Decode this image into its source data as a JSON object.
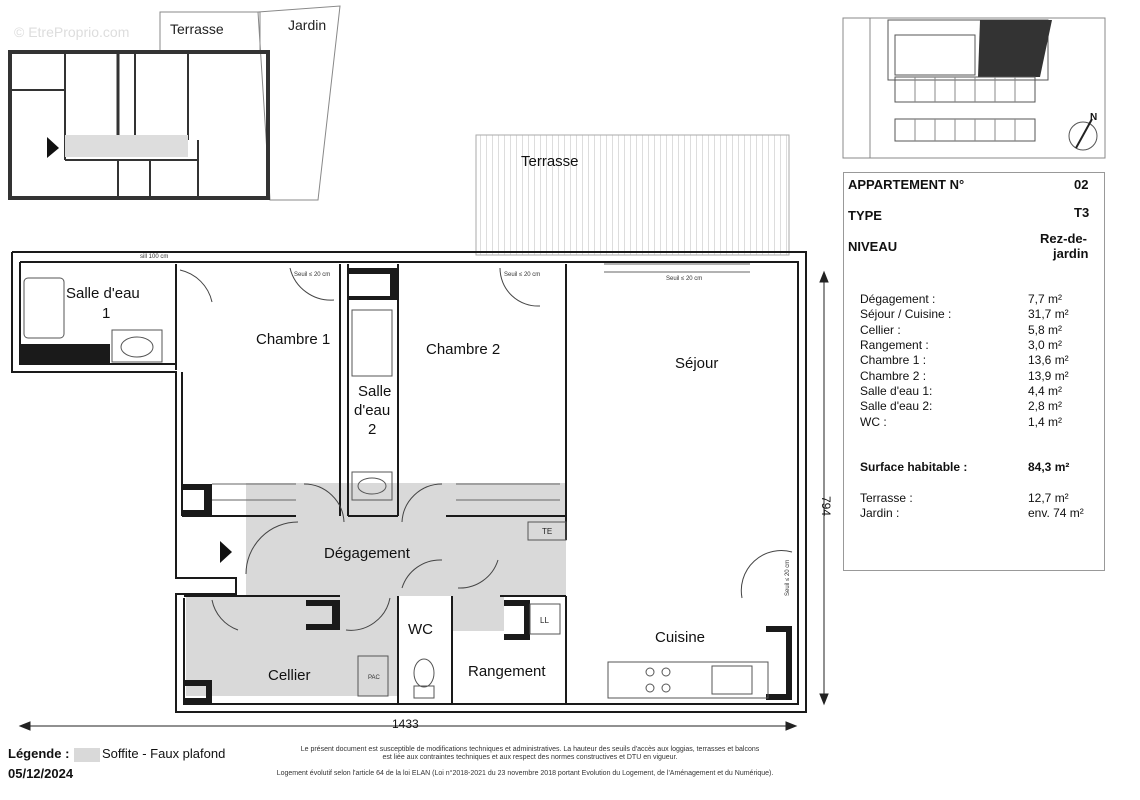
{
  "watermark": "© EtreProprio.com",
  "mini_plan": {
    "terrasse": "Terrasse",
    "jardin": "Jardin"
  },
  "plan": {
    "rooms": {
      "salle_eau_1": [
        "Salle d'eau",
        "1"
      ],
      "chambre_1": "Chambre 1",
      "salle_eau_2": [
        "Salle",
        "d'eau",
        "2"
      ],
      "chambre_2": "Chambre 2",
      "sejour": "Séjour",
      "degagement": "Dégagement",
      "cellier": "Cellier",
      "wc": "WC",
      "rangement": "Rangement",
      "cuisine": "Cuisine",
      "terrasse": "Terrasse"
    },
    "annotations": {
      "sill_100": "sill 100 cm",
      "seuil_1": "Seuil ≤ 20 cm",
      "seuil_2": "Seuil ≤ 20 cm",
      "seuil_3": "Seuil ≤ 20 cm",
      "seuil_side": "Seuil ≤ 20 cm",
      "te": "TE",
      "ll": "LL",
      "pac": "PAC"
    },
    "dimensions": {
      "width": "1433",
      "height": "794"
    }
  },
  "info": {
    "appartement_label": "APPARTEMENT N°",
    "appartement_value": "02",
    "type_label": "TYPE",
    "type_value": "T3",
    "niveau_label": "NIVEAU",
    "niveau_value_1": "Rez-de-",
    "niveau_value_2": "jardin",
    "areas": [
      {
        "label": "Dégagement :",
        "value": "7,7 m²"
      },
      {
        "label": "Séjour / Cuisine :",
        "value": "31,7 m²"
      },
      {
        "label": "Cellier :",
        "value": "5,8 m²"
      },
      {
        "label": "Rangement :",
        "value": "3,0 m²"
      },
      {
        "label": "Chambre 1 :",
        "value": "13,6 m²"
      },
      {
        "label": "Chambre 2 :",
        "value": "13,9 m²"
      },
      {
        "label": "Salle d'eau 1:",
        "value": "4,4 m²"
      },
      {
        "label": "Salle d'eau 2:",
        "value": "2,8 m²"
      },
      {
        "label": "WC :",
        "value": "1,4 m²"
      }
    ],
    "surface_label": "Surface habitable :",
    "surface_value": "84,3 m²",
    "terrasse_label": "Terrasse :",
    "terrasse_value": "12,7 m²",
    "jardin_label": "Jardin :",
    "jardin_value": "env. 74 m²"
  },
  "north_label": "N",
  "legend": {
    "title": "Légende :",
    "item": "Soffite - Faux plafond",
    "date": "05/12/2024",
    "note_line1": "Le présent document est susceptible de modifications techniques et administratives. La hauteur des seuils d'accès aux loggias, terrasses et balcons",
    "note_line2": "est liée aux contraintes techniques et aux respect des normes constructives et DTU en vigueur.",
    "note_line3": "Logement évolutif selon l'article 64 de la loi ELAN (Loi n°2018-2021 du 23 novembre 2018 portant Evolution du Logement, de l'Aménagement et du Numérique)."
  },
  "colors": {
    "soffit": "#d9d9d9",
    "wall": "#1a1a1a",
    "wall_fill": "#ffffff"
  }
}
